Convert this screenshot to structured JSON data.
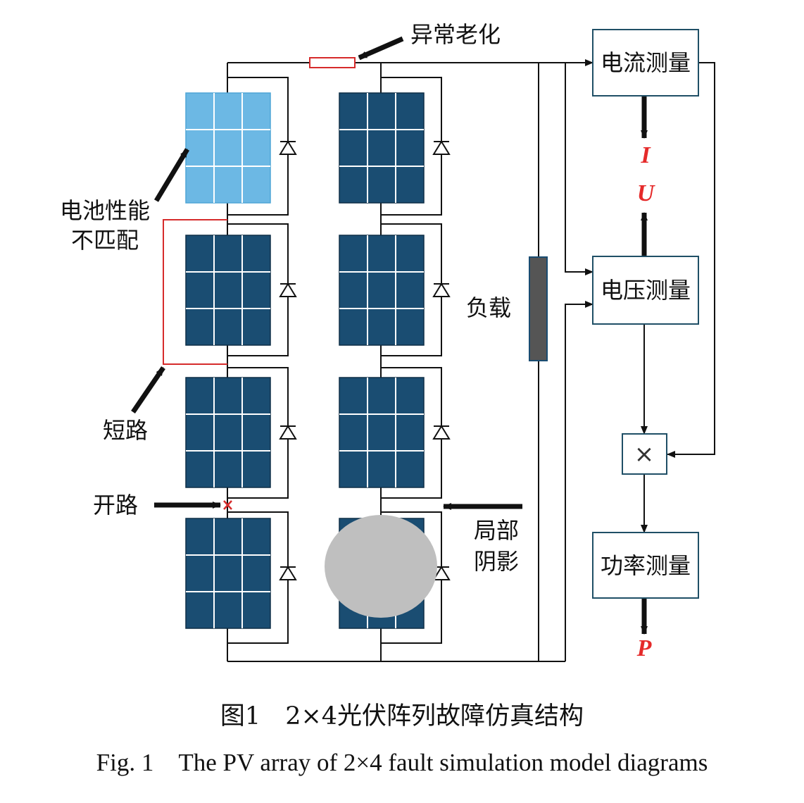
{
  "labels": {
    "aging": "异常老化",
    "mismatch_line1": "电池性能",
    "mismatch_line2": "不匹配",
    "short": "短路",
    "open": "开路",
    "shade_line1": "局部",
    "shade_line2": "阴影",
    "load": "负载"
  },
  "blocks": {
    "current": "电流测量",
    "voltage": "电压测量",
    "multiply": "×",
    "power": "功率测量"
  },
  "outputs": {
    "I": "I",
    "U": "U",
    "P": "P"
  },
  "caption": {
    "cn": "图1　2×4光伏阵列故障仿真结构",
    "en": "Fig. 1　The PV array of 2×4 fault simulation model diagrams"
  },
  "colors": {
    "panel": "#1a4d72",
    "panel_mismatch": "#6cb8e4",
    "fault_red": "#d62b2b",
    "shade": "#bfbfbf",
    "load": "#555555",
    "block_border": "#1f4f66",
    "output_red": "#e52a2a"
  },
  "icons": [
    "diode-icon",
    "arrow-icon",
    "open-circuit-x-icon"
  ]
}
